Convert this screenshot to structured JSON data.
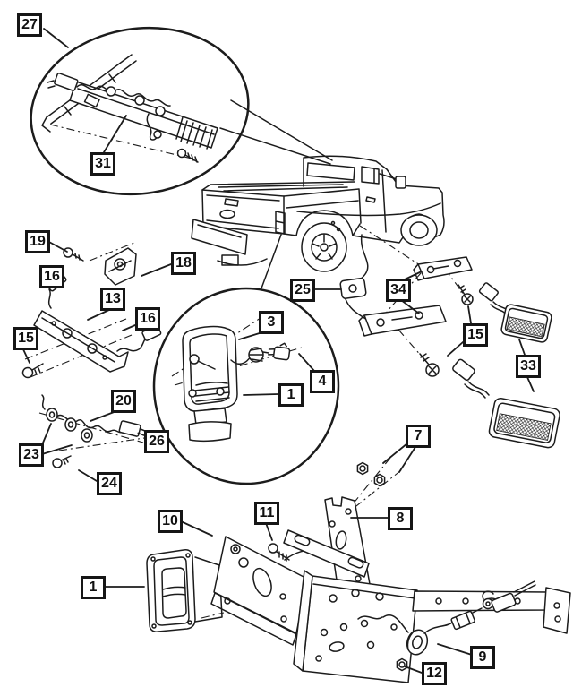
{
  "diagram": {
    "background_color": "#ffffff",
    "line_color": "#1c1c1c",
    "callouts": [
      {
        "label": "27"
      },
      {
        "label": "31"
      },
      {
        "label": "19"
      },
      {
        "label": "16"
      },
      {
        "label": "18"
      },
      {
        "label": "13"
      },
      {
        "label": "16"
      },
      {
        "label": "15"
      },
      {
        "label": "3"
      },
      {
        "label": "1"
      },
      {
        "label": "4"
      },
      {
        "label": "25"
      },
      {
        "label": "34"
      },
      {
        "label": "15"
      },
      {
        "label": "33"
      },
      {
        "label": "20"
      },
      {
        "label": "23"
      },
      {
        "label": "26"
      },
      {
        "label": "24"
      },
      {
        "label": "7"
      },
      {
        "label": "10"
      },
      {
        "label": "11"
      },
      {
        "label": "8"
      },
      {
        "label": "1"
      },
      {
        "label": "9"
      },
      {
        "label": "12"
      }
    ]
  }
}
